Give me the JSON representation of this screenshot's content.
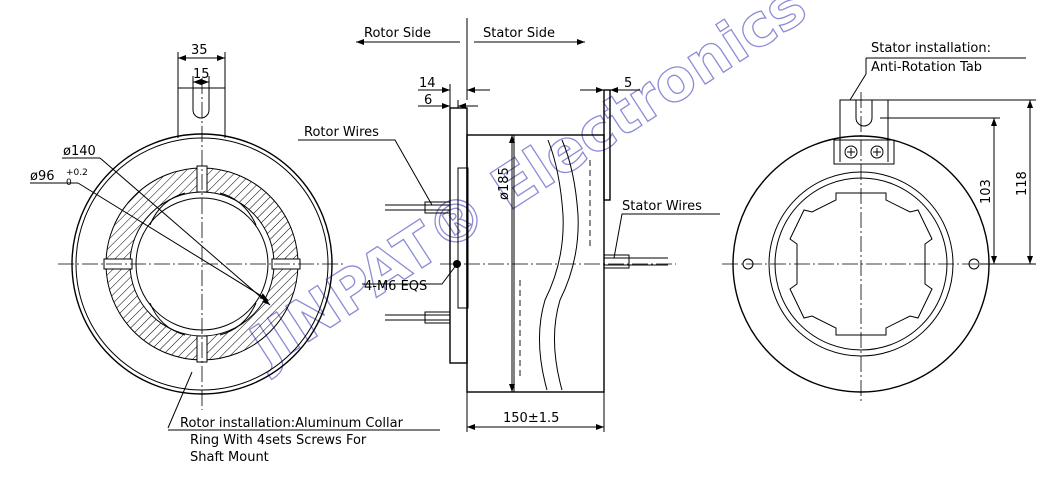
{
  "header": {
    "rotor_side": "Rotor Side",
    "stator_side": "Stator Side"
  },
  "dimensions": {
    "d35": "35",
    "d15": "15",
    "dia140": "ø140",
    "dia96": "ø96",
    "tol_upper": "+0.2",
    "tol_lower": "0",
    "d14": "14",
    "d6": "6",
    "d5": "5",
    "dia185": "ø185",
    "len150": "150±1.5",
    "d103": "103",
    "d118": "118",
    "screws": "4-M6 EQS"
  },
  "labels": {
    "rotor_wires": "Rotor Wires",
    "stator_wires": "Stator Wires",
    "stator_install_line1": "Stator installation:",
    "stator_install_line2": "Anti-Rotation Tab",
    "rotor_install_line1": "Rotor installation:Aluminum Collar",
    "rotor_install_line2": "Ring With 4sets Screws For",
    "rotor_install_line3": "Shaft Mount"
  },
  "watermark": "JINPAT® Electronics"
}
